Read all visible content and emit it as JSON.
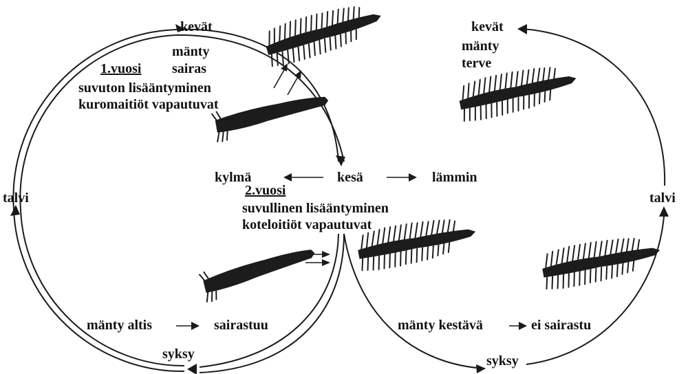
{
  "left_cycle": {
    "top_season": "kevät",
    "left_season": "talvi",
    "bottom_season": "syksy",
    "tree_state": [
      "mänty",
      "sairas"
    ],
    "year1": {
      "title": "1.vuosi",
      "lines": [
        "suvuton lisääntyminen",
        "kuromaitiöt vapautuvat"
      ]
    },
    "year2": {
      "title": "2.vuosi",
      "lines": [
        "suvullinen lisääntyminen",
        "koteloitiöt vapautuvat"
      ]
    },
    "susceptible": "mänty altis",
    "outcome": "sairastuu"
  },
  "center": {
    "summer": "kesä",
    "cold": "kylmä",
    "warm": "lämmin"
  },
  "right_cycle": {
    "top_season": "kevät",
    "tree_state": [
      "mänty",
      "terve"
    ],
    "right_season": "talvi",
    "bottom_season": "syksy",
    "resistant": "mänty kestävä",
    "outcome": "ei sairastu"
  },
  "colors": {
    "ink": "#1a1a1a",
    "background": "#ffffff"
  }
}
